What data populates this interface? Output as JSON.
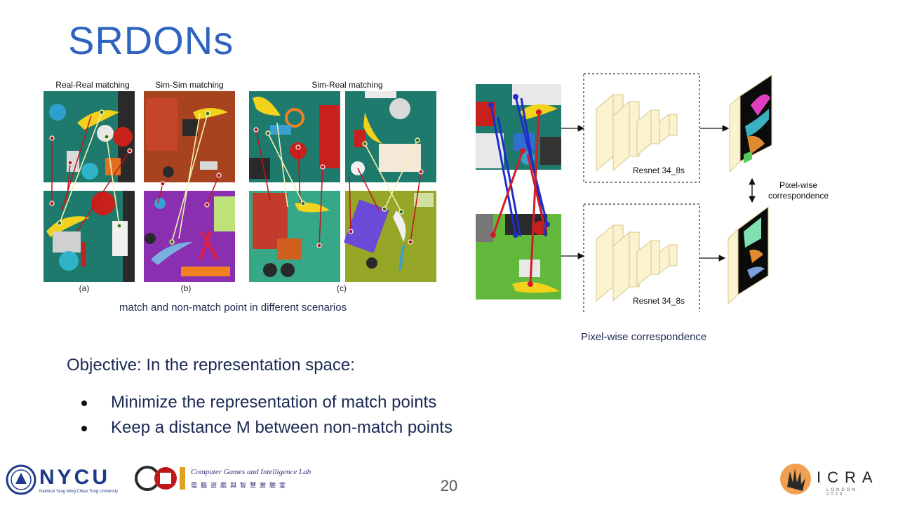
{
  "slide": {
    "title": "SRDONs",
    "page_number": "20",
    "left_figure": {
      "column_labels": [
        "Real-Real matching",
        "Sim-Sim matching",
        "Sim-Real matching"
      ],
      "sublabels": [
        "(a)",
        "(b)",
        "(c)"
      ],
      "caption": "match and non-match point in different scenarios"
    },
    "right_figure": {
      "network_labels": [
        "Resnet 34_8s",
        "Resnet 34_8s"
      ],
      "arrow_label": "Pixel-wise correspondence",
      "caption": "Pixel-wise correspondence"
    },
    "objective": "Objective: In the representation space:",
    "bullets": [
      "Minimize the representation of match points",
      "Keep a distance M between non-match points"
    ],
    "logos": {
      "nycu": "NYCU",
      "nycu_sub": "National Yang Ming Chiao Tung University",
      "lab_en": "Computer Games and Intelligence Lab",
      "lab_zh": "電腦遊戲與智慧實驗室",
      "icra": "ICRA",
      "icra_sub": "LONDON · 2023"
    },
    "colors": {
      "title": "#2e63c0",
      "text": "#1b2a55",
      "match_line": "#f2f2b0",
      "nonmatch_line": "#c0141c",
      "network_block": "#fbf3cf"
    }
  }
}
